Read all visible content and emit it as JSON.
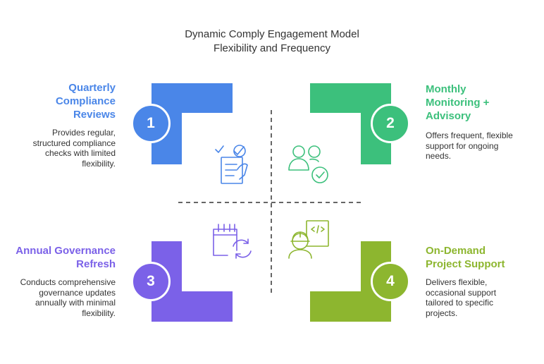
{
  "title": "Dynamic Comply Engagement Model",
  "subtitle": "Flexibility and Frequency",
  "quadrants": [
    {
      "number": "1",
      "heading_lines": [
        "Quarterly",
        "Compliance",
        "Reviews"
      ],
      "description_lines": [
        "Provides regular,",
        "structured compliance",
        "checks with limited",
        "flexibility."
      ],
      "color": "#4A86E8",
      "icon": "checklist-hand-icon"
    },
    {
      "number": "2",
      "heading_lines": [
        "Monthly",
        "Monitoring +",
        "Advisory"
      ],
      "description_lines": [
        "Offers frequent, flexible",
        "support for ongoing",
        "needs."
      ],
      "color": "#3CC07C",
      "icon": "users-check-icon"
    },
    {
      "number": "3",
      "heading_lines": [
        "Annual Governance",
        "Refresh"
      ],
      "description_lines": [
        "Conducts comprehensive",
        "governance updates",
        "annually with minimal",
        "flexibility."
      ],
      "color": "#7B61E8",
      "icon": "calendar-refresh-icon"
    },
    {
      "number": "4",
      "heading_lines": [
        "On-Demand",
        "Project Support"
      ],
      "description_lines": [
        "Delivers flexible,",
        "occasional support",
        "tailored to specific",
        "projects."
      ],
      "color": "#8DB62F",
      "icon": "engineer-code-icon"
    }
  ]
}
